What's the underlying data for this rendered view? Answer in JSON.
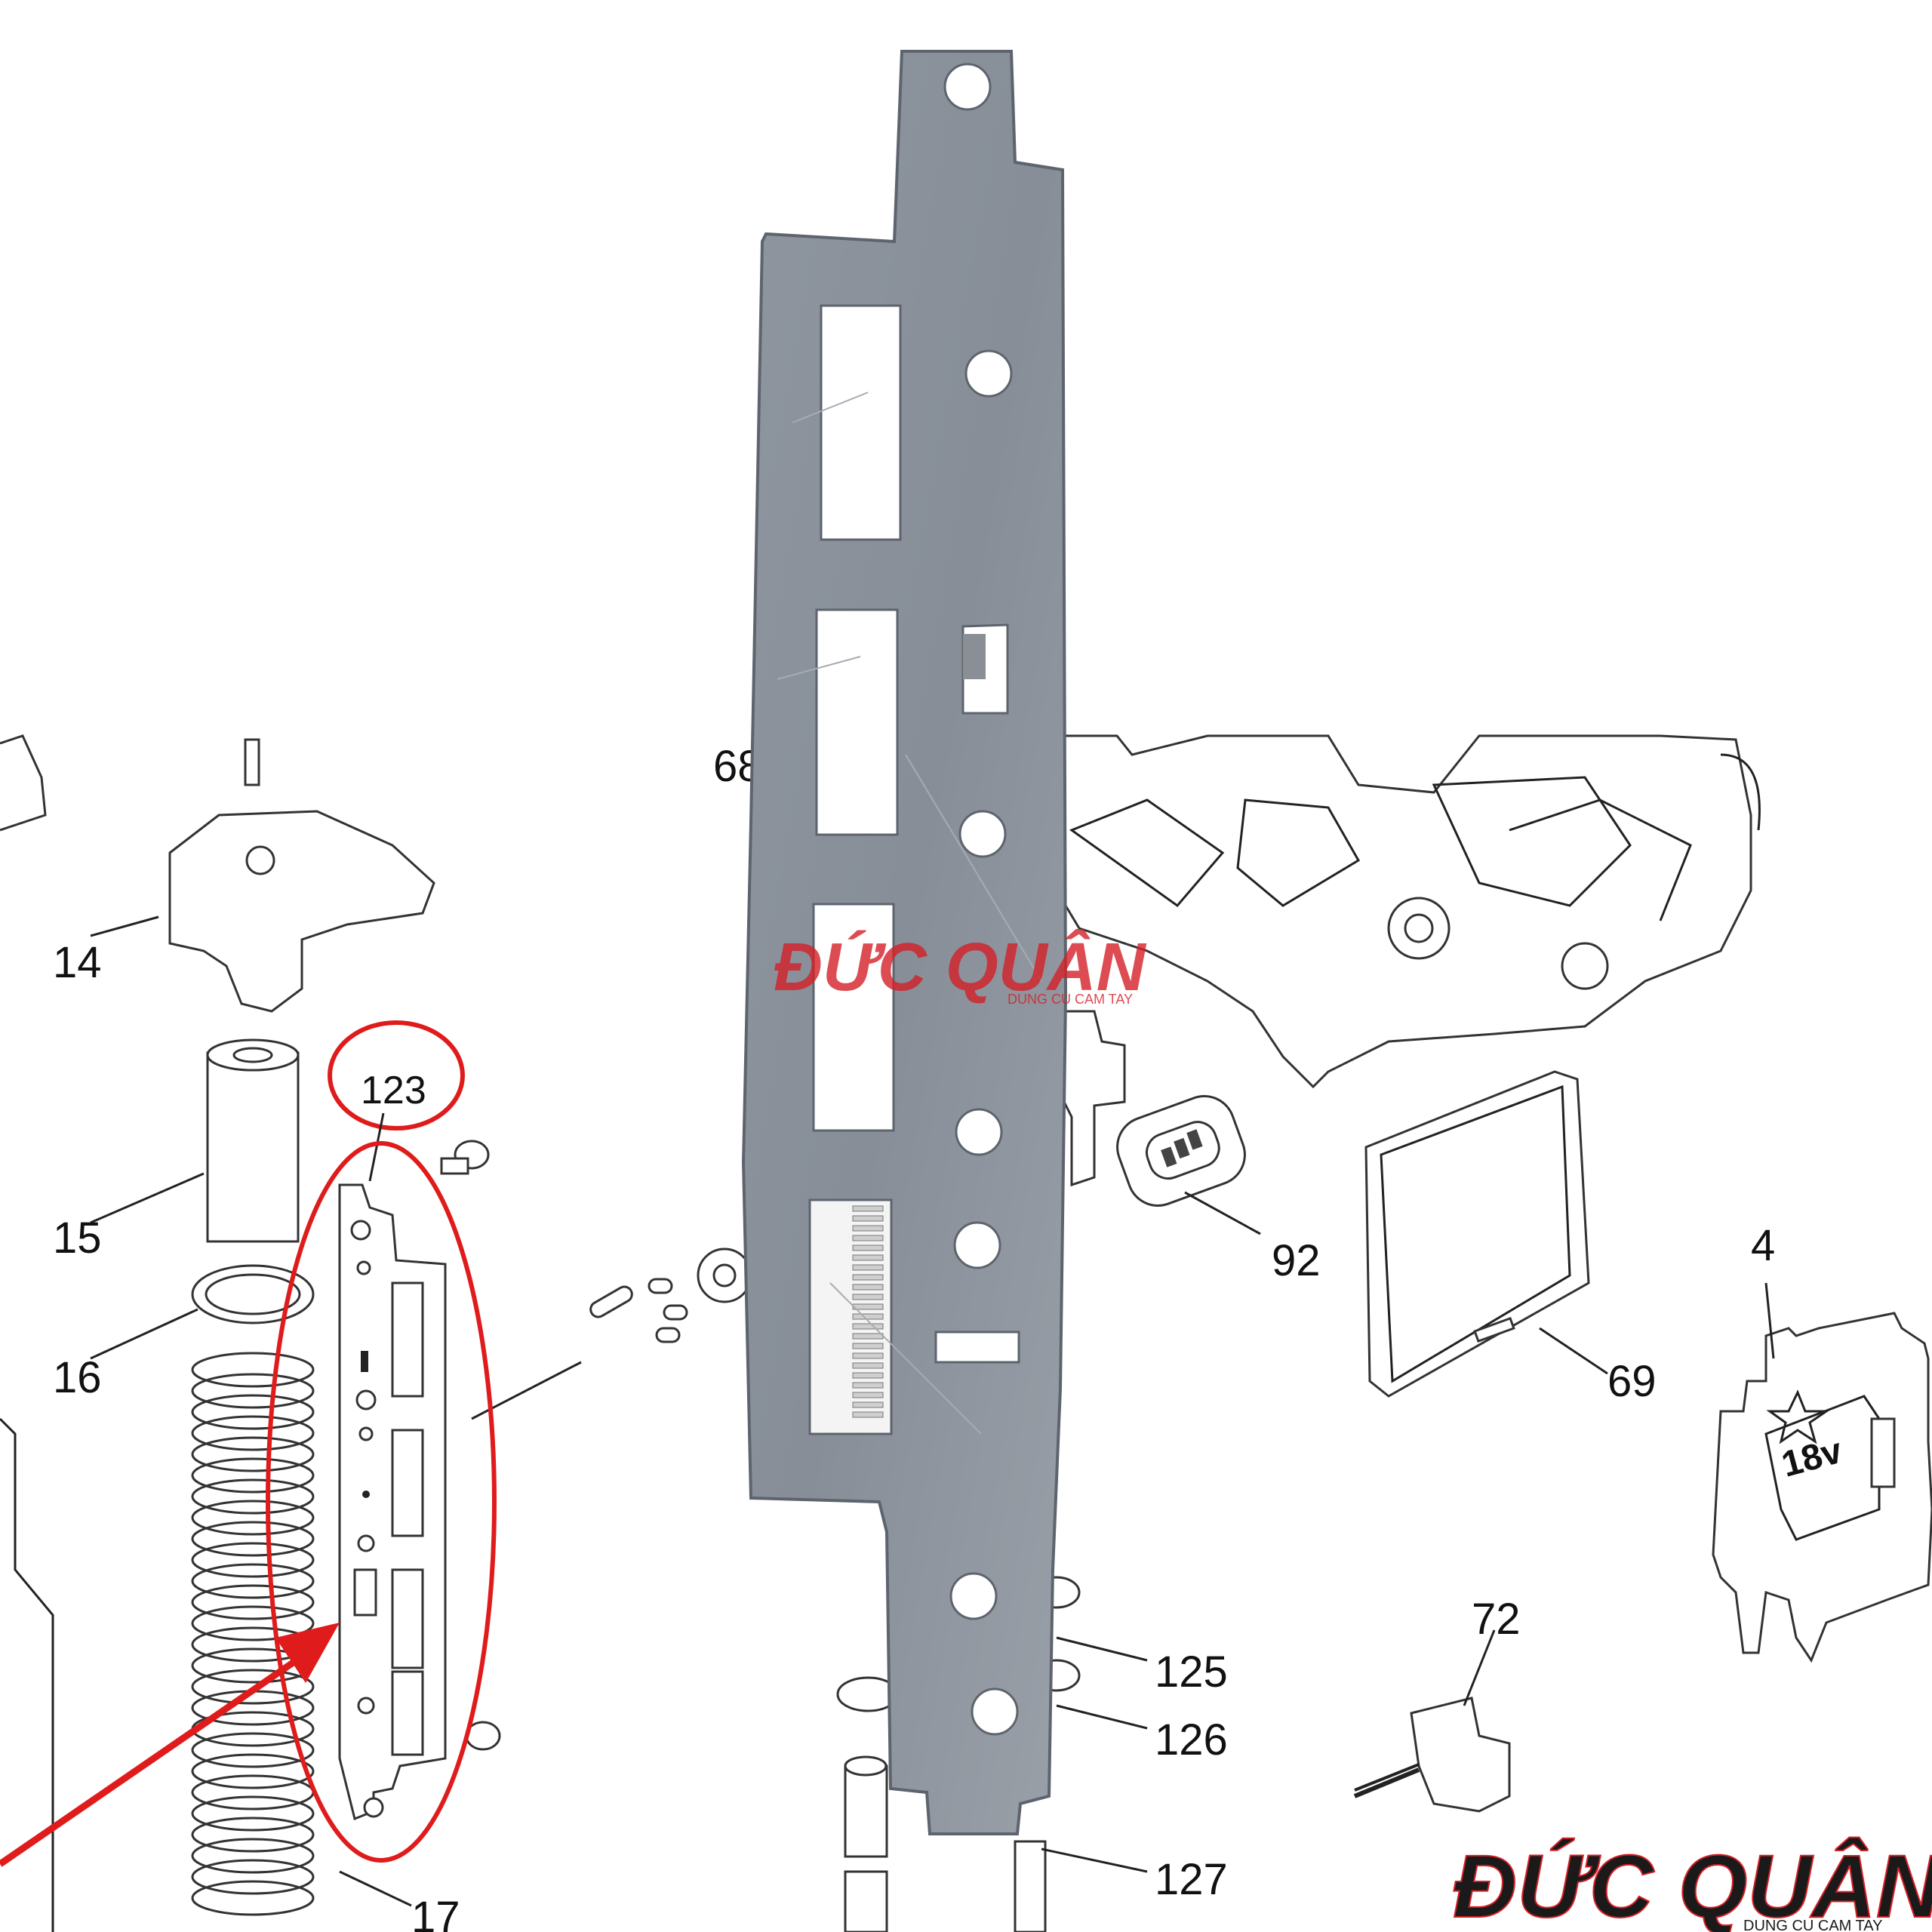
{
  "labels": {
    "l14": "14",
    "l15": "15",
    "l16": "16",
    "l17": "17",
    "l123": "123",
    "l68": "68",
    "l92": "92",
    "l69": "69",
    "l4": "4",
    "l72": "72",
    "l125": "125",
    "l126": "126",
    "l127": "127",
    "l18v": "18v"
  },
  "watermark": {
    "brand": "ĐỨC QUÂN",
    "tagline": "DUNG CU CAM TAY"
  },
  "logo": {
    "brand": "ĐỨC QUÂN",
    "tagline": "DUNG CU CAM TAY"
  },
  "colors": {
    "highlight": "#e01b1b",
    "plate": "#8c939d",
    "brand_red": "#d42027",
    "brand_dark": "#1a1a1a"
  }
}
